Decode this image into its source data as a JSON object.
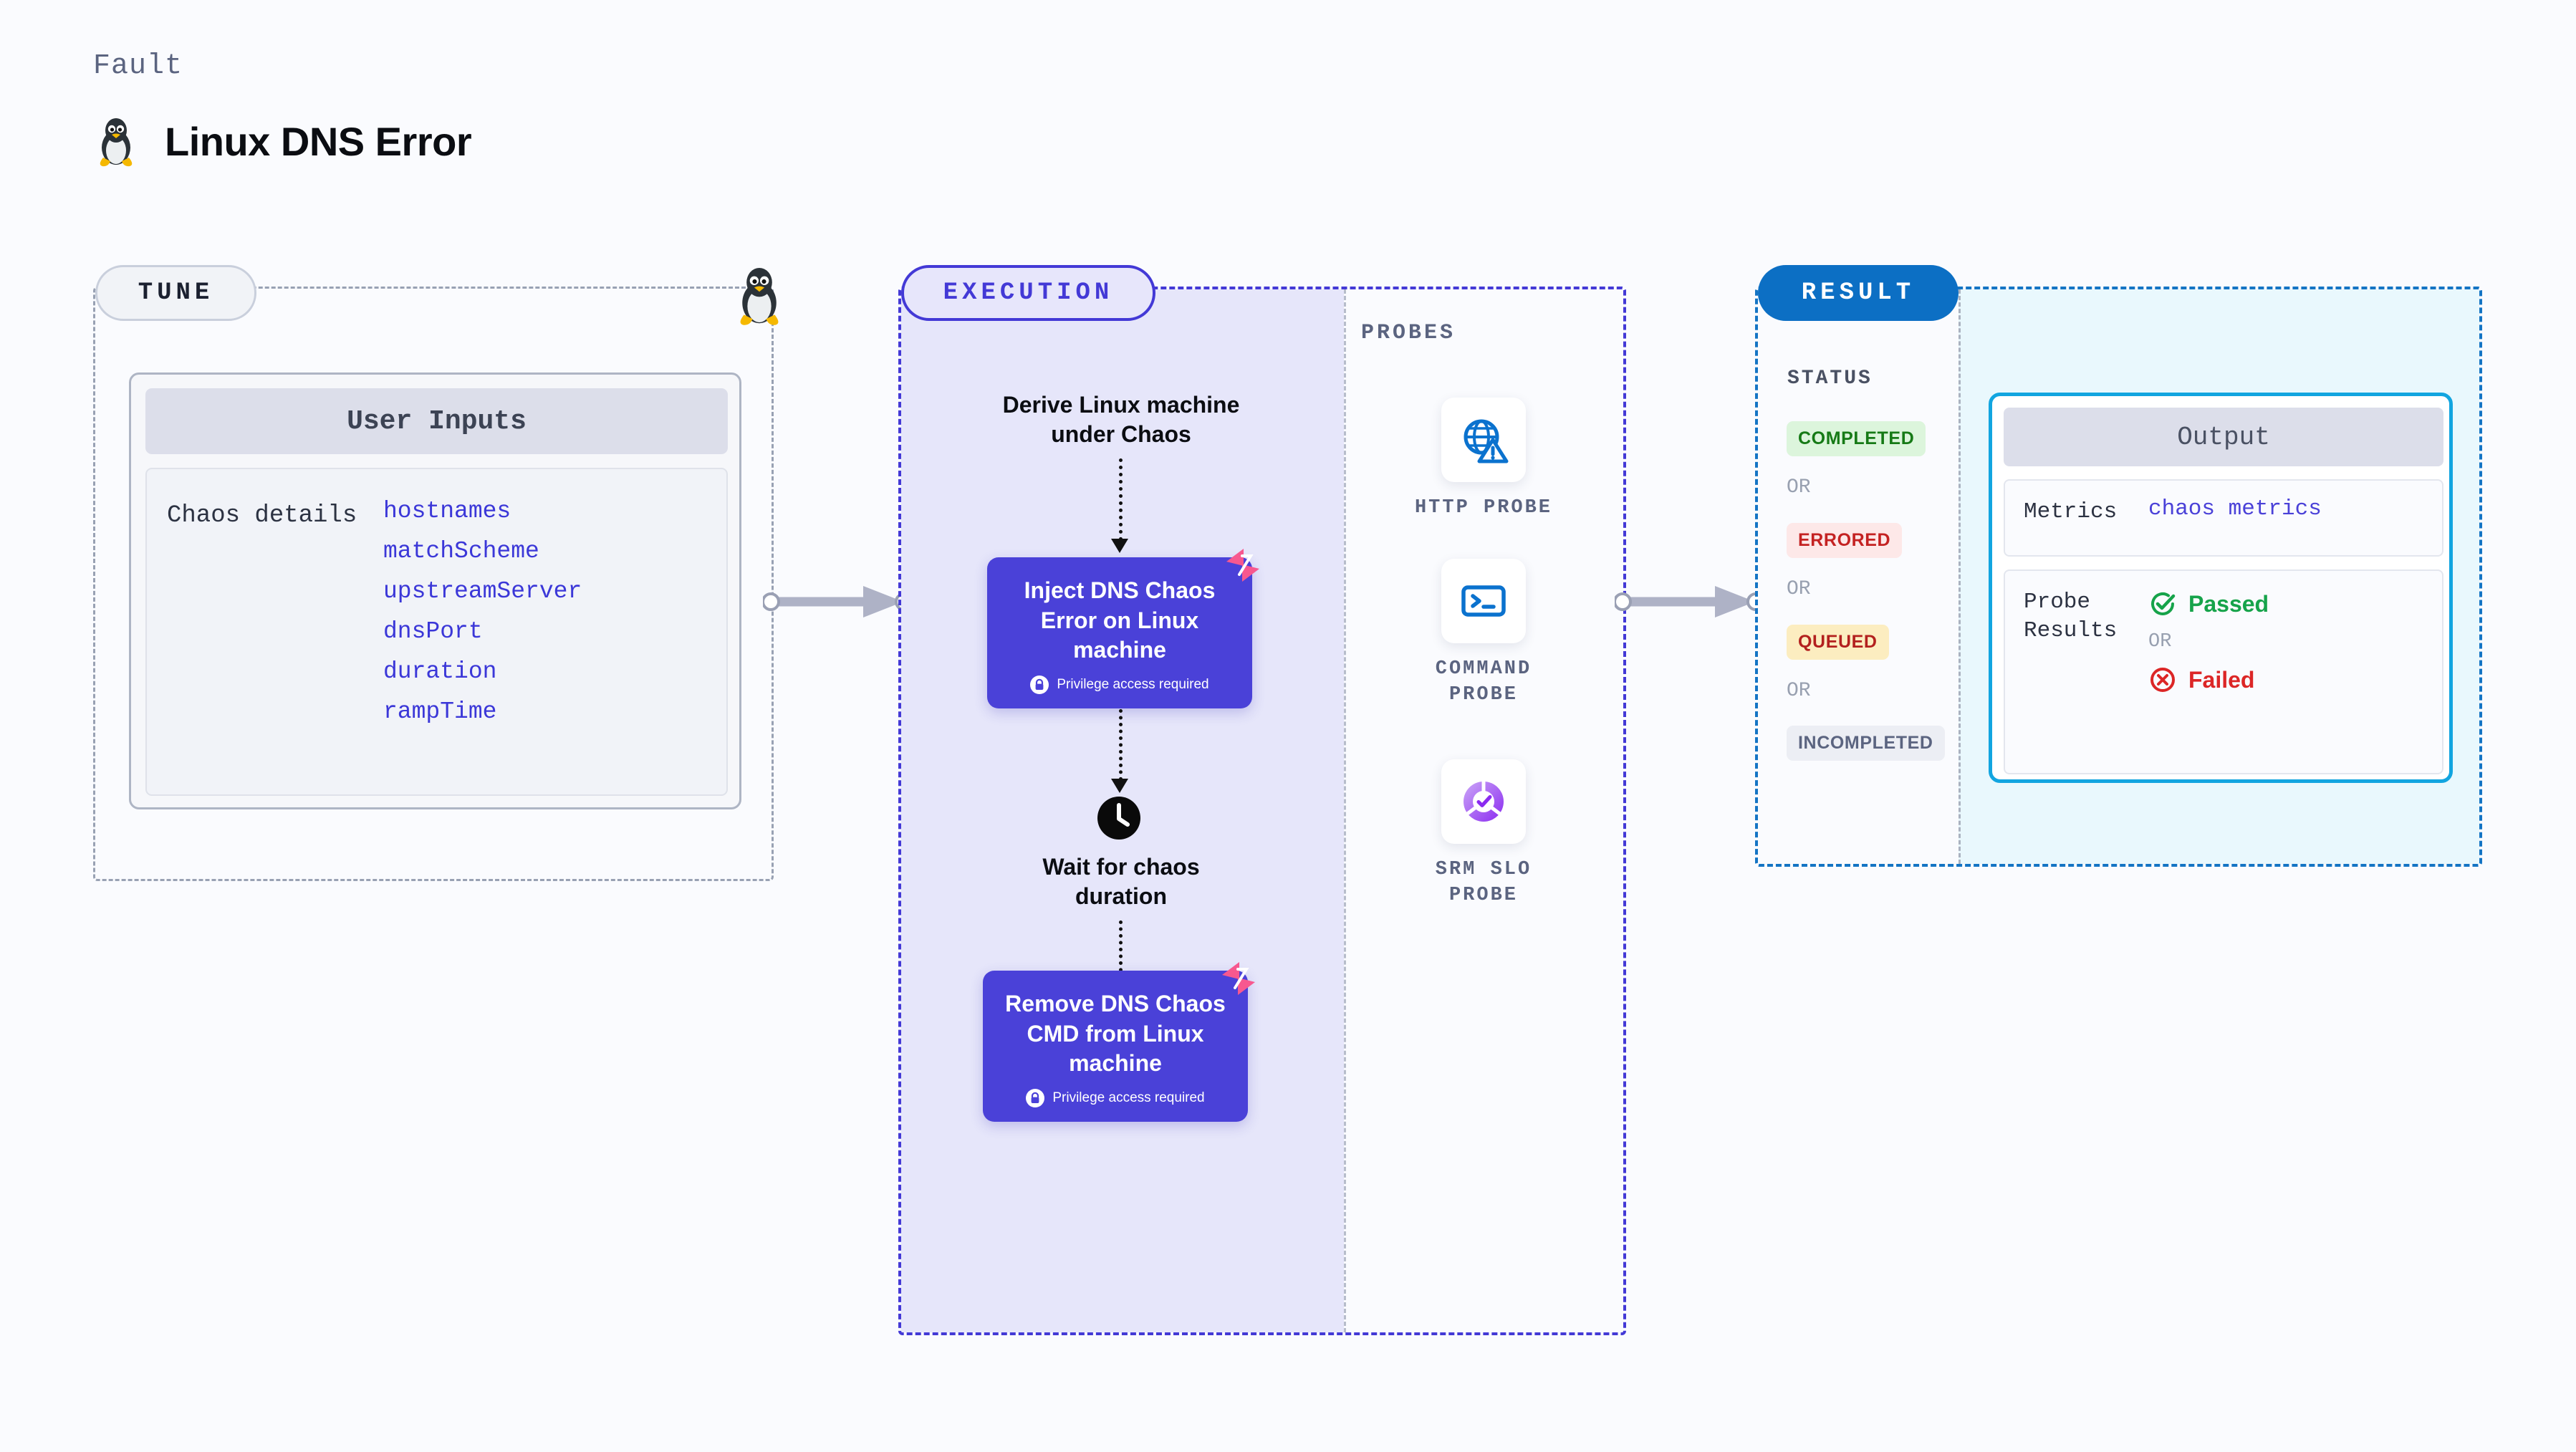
{
  "header": {
    "kicker": "Fault",
    "title": "Linux DNS Error",
    "icon": "linux-tux-icon"
  },
  "tune": {
    "pill_label": "TUNE",
    "card_header": "User Inputs",
    "row_label": "Chaos details",
    "params": [
      "hostnames",
      "matchScheme",
      "upstreamServer",
      "dnsPort",
      "duration",
      "rampTime"
    ],
    "corner_icon": "linux-tux-icon"
  },
  "execution": {
    "pill_label": "EXECUTION",
    "step1_title": "Derive Linux machine under Chaos",
    "node1_title": "Inject DNS Chaos Error on Linux machine",
    "node1_sub": "Privilege access required",
    "wait_title": "Wait for chaos duration",
    "wait_icon": "clock-icon",
    "node2_title": "Remove DNS Chaos CMD from Linux machine",
    "node2_sub": "Privilege access required",
    "ribbon_icon": "chaos-bolt-icon",
    "lock_icon": "lock-icon"
  },
  "probes": {
    "label": "PROBES",
    "items": [
      {
        "caption": "HTTP PROBE",
        "icon": "globe-warning-icon"
      },
      {
        "caption": "COMMAND PROBE",
        "icon": "terminal-icon"
      },
      {
        "caption": "SRM SLO PROBE",
        "icon": "slo-donut-check-icon"
      }
    ]
  },
  "result": {
    "pill_label": "RESULT",
    "status_label": "STATUS",
    "or_label": "OR",
    "statuses": [
      {
        "label": "COMPLETED",
        "bg": "#dcf5dc",
        "fg": "#167a16"
      },
      {
        "label": "ERRORED",
        "bg": "#fde8e8",
        "fg": "#c42222"
      },
      {
        "label": "QUEUED",
        "bg": "#fcedc0",
        "fg": "#b3201e"
      },
      {
        "label": "INCOMPLETED",
        "bg": "#eceef4",
        "fg": "#5b6480"
      }
    ],
    "output": {
      "header": "Output",
      "metrics_key": "Metrics",
      "metrics_value": "chaos metrics",
      "probe_key": "Probe Results",
      "passed": "Passed",
      "failed": "Failed",
      "or_label": "OR",
      "passed_icon": "check-circle-icon",
      "failed_icon": "x-circle-icon"
    }
  },
  "colors": {
    "accent_purple": "#4a41d8",
    "accent_blue": "#0c6fc4",
    "cyan": "#12a5e0",
    "pink": "#f7588f",
    "green": "#16a34a",
    "red": "#dc2626"
  }
}
